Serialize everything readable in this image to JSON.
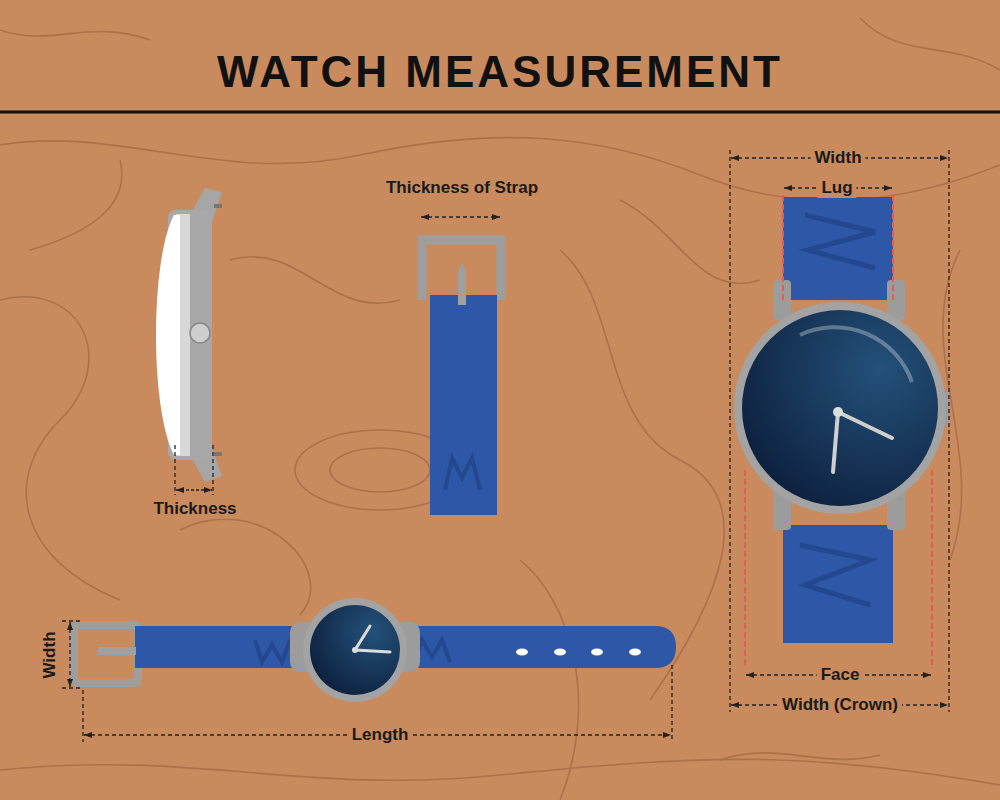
{
  "diagram": {
    "title": "WATCH MEASUREMENT",
    "labels": [
      "Width",
      "Thickness of Strap",
      "Lug",
      "Thickness",
      "Width",
      "Face",
      "Width (Crown)",
      "Length"
    ]
  }
}
